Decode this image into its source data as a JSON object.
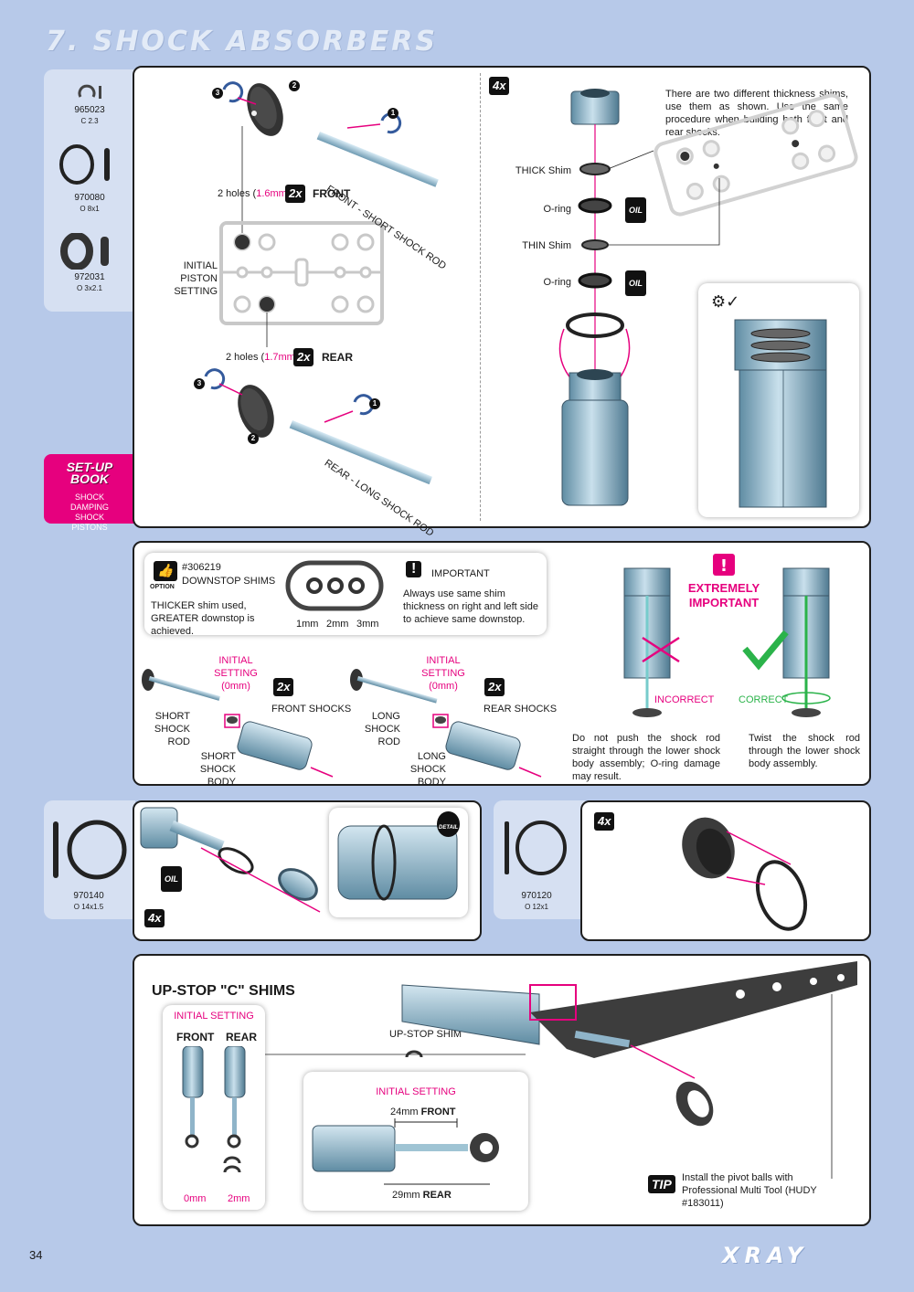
{
  "header": {
    "title": "7. SHOCK ABSORBERS"
  },
  "parts_top": [
    {
      "number": "965023",
      "spec": "C 2.3"
    },
    {
      "number": "970080",
      "spec": "O 8x1"
    },
    {
      "number": "972031",
      "spec": "O 3x2.1"
    }
  ],
  "setup_book": {
    "title_line1": "SET-UP",
    "title_line2": "BOOK",
    "sub": "SHOCK DAMPING SHOCK PISTONS"
  },
  "pistons": {
    "front_holes": "2 holes (",
    "front_size": "1.6mm",
    "front_close": ")",
    "rear_holes": "2 holes (",
    "rear_size": "1.7mm",
    "rear_close": ")",
    "qty": "2x",
    "front": "FRONT",
    "rear": "REAR",
    "initial": "INITIAL PISTON SETTING",
    "front_rod": "FRONT - SHORT SHOCK ROD",
    "rear_rod": "REAR - LONG SHOCK ROD",
    "n1": "1",
    "n2": "2",
    "n3": "3"
  },
  "shims": {
    "qty": "4x",
    "note": "There are two different thickness shims, use them as shown. Use the same procedure when building both front and rear shocks.",
    "thick": "THICK Shim",
    "oring": "O-ring",
    "thin": "THIN Shim",
    "oil": "OIL"
  },
  "downstop": {
    "option": "OPTION",
    "part": "#306219",
    "name": "DOWNSTOP SHIMS",
    "desc": "THICKER shim used, GREATER downstop is achieved.",
    "sizes": [
      "1mm",
      "2mm",
      "3mm"
    ],
    "important": "IMPORTANT",
    "important_text": "Always use same shim thickness on right and left side to achieve same downstop.",
    "extremely": "EXTREMELY IMPORTANT",
    "incorrect": "INCORRECT",
    "correct": "CORRECT",
    "incorrect_text": "Do not push the shock rod straight through the lower shock body assembly; O-ring damage may result.",
    "correct_text": "Twist the shock rod through the lower shock body assembly.",
    "initial": "INITIAL SETTING",
    "initial_val": "(0mm)",
    "qty": "2x",
    "front_shocks": "FRONT SHOCKS",
    "rear_shocks": "REAR SHOCKS",
    "short_rod": "SHORT SHOCK ROD",
    "long_rod": "LONG SHOCK ROD",
    "short_body": "SHORT SHOCK BODY",
    "long_body": "LONG SHOCK BODY"
  },
  "orings": {
    "part1": "970140",
    "spec1": "O 14x1.5",
    "part2": "970120",
    "spec2": "O 12x1",
    "qty": "4x",
    "oil": "OIL",
    "detail": "DETAIL"
  },
  "upstop": {
    "title": "UP-STOP \"C\" SHIMS",
    "initial": "INITIAL SETTING",
    "front": "FRONT",
    "rear": "REAR",
    "front_val": "0mm",
    "rear_val": "2mm",
    "shim": "UP-STOP SHIM",
    "initial2": "INITIAL SETTING",
    "front_len": "24mm",
    "rear_len": "29mm",
    "tip": "TIP",
    "tip_text": "Install the pivot balls with Professional Multi Tool (HUDY #183011)"
  },
  "footer": {
    "page": "34",
    "brand": "XRAY"
  },
  "colors": {
    "accent": "#e6007e",
    "background": "#b7c9e9",
    "part": "#8fb4c9",
    "green": "#2bb34a"
  }
}
